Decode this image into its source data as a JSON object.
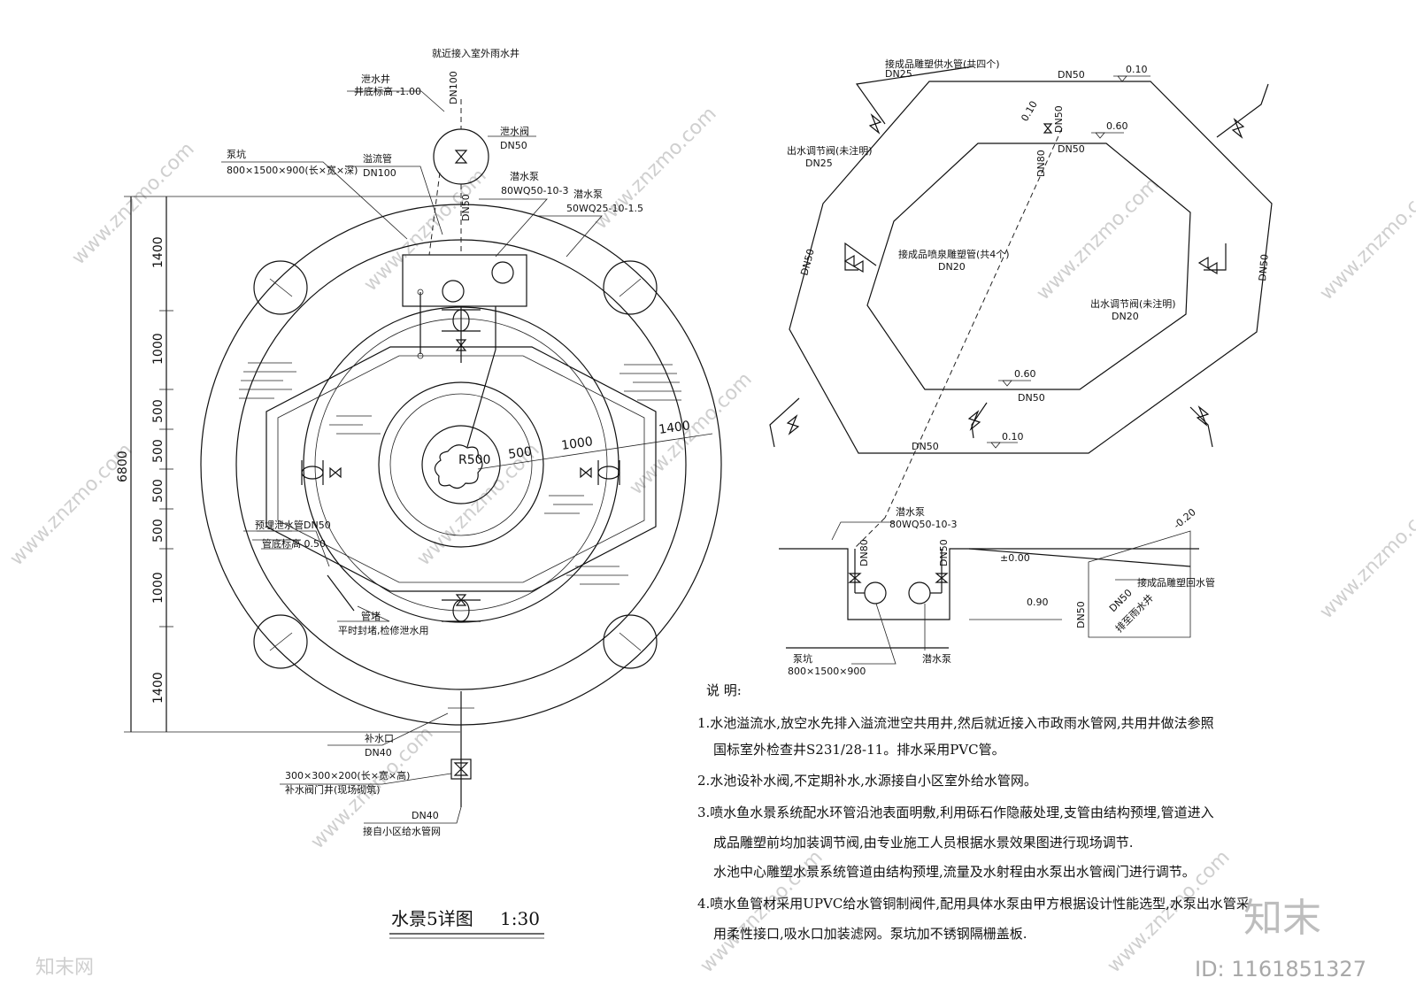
{
  "plan": {
    "title": "水景5详图",
    "scale": "1:30",
    "overall_dim": "6800",
    "dims_left": [
      "1400",
      "1000",
      "500",
      "500",
      "500",
      "500",
      "1000",
      "1400"
    ],
    "radius_label": "R500",
    "radial_dims": [
      "500",
      "1000",
      "1400"
    ],
    "labels": {
      "nearby_well": "就近接入室外雨水井",
      "drain_well": "泄水井",
      "well_bottom": "井底标高 -1.00",
      "dn100": "DN100",
      "pump_pit": "泵坑",
      "pit_size": "800×1500×900(长×宽×深)",
      "overflow_pipe": "溢流管",
      "overflow_dn": "DN100",
      "drain_valve": "泄水阀",
      "drain_valve_dn": "DN50",
      "sub_pump": "潜水泵",
      "sub_pump_model": "80WQ50-10-3",
      "sub_pump2": "潜水泵",
      "sub_pump2_model": "50WQ25-10-1.5",
      "dn50_v": "DN50",
      "reserved_drain": "预埋泄水管DN50",
      "pipe_elev": "管底标高 0.50",
      "pipe_sleeve": "管堵",
      "sleeve_note": "平时封堵,检修泄水用",
      "makeup_water": "补水口",
      "makeup_dn": "DN40",
      "valve_well_size": "300×300×200(长×宽×高)",
      "valve_well": "补水阀门井(现场砌筑)",
      "dn40": "DN40",
      "connect_supply": "接自小区给水管网"
    }
  },
  "system": {
    "labels": {
      "connect_sculpture": "接成品雕塑供水管(共四个)",
      "dn25": "DN25",
      "outlet_valve": "出水调节阀(未注明)",
      "outlet_dn": "DN25",
      "connect_nozzle": "接成品喷泉雕塑管(共4个)",
      "dn20": "DN20",
      "water_valve": "出水调节阀(未注明)",
      "dn20b": "DN20",
      "dn50_top": "DN50",
      "dn50_left": "DN50",
      "dn50_right": "DN50",
      "dn50_bottom": "DN50",
      "dn50_inner": "DN50",
      "dn50_inner_top": "DN50",
      "dn80": "DN80",
      "dn50_diag": "DN50",
      "elev_010_top": "0.10",
      "elev_060_top": "0.60",
      "elev_060_bot": "0.60",
      "elev_010_bot": "0.10",
      "elev_010_diag": "0.10"
    }
  },
  "section": {
    "labels": {
      "sub_pump": "潜水泵",
      "sub_pump_model": "80WQ50-10-3",
      "dn80": "DN80",
      "dn50": "DN50",
      "elev_000": "±0.00",
      "elev_neg020": "-0.20",
      "elev_090": "0.90",
      "sculpture_base": "接成品雕塑回水管",
      "dn50_side": "DN50",
      "dn50_diag": "DN50",
      "diag_text": "排至雨水井",
      "pit": "泵坑",
      "pit_size": "800×1500×900",
      "sub_pump2": "潜水泵"
    }
  },
  "notes": {
    "title": "说   明:",
    "items": [
      "1.水池溢流水,放空水先排入溢流泄空共用井,然后就近接入市政雨水管网,共用井做法参照",
      "国标室外检查井S231/28-11。排水采用PVC管。",
      "2.水池设补水阀,不定期补水,水源接自小区室外给水管网。",
      "3.喷水鱼水景系统配水环管沿池表面明敷,利用砾石作隐蔽处理,支管由结构预埋,管道进入",
      "成品雕塑前均加装调节阀,由专业施工人员根据水景效果图进行现场调节.",
      "水池中心雕塑水景系统管道由结构预埋,流量及水射程由水泵出水管阀门进行调节。",
      "4.喷水鱼管材采用UPVC给水管铜制阀件,配用具体水泵由甲方根据设计性能选型,水泵出水管采",
      "用柔性接口,吸水口加装滤网。泵坑加不锈钢隔栅盖板."
    ]
  },
  "watermark": {
    "site": "www.znzmo.com",
    "brand": "知末",
    "site_cn": "知末网",
    "id": "ID: 1161851327"
  }
}
